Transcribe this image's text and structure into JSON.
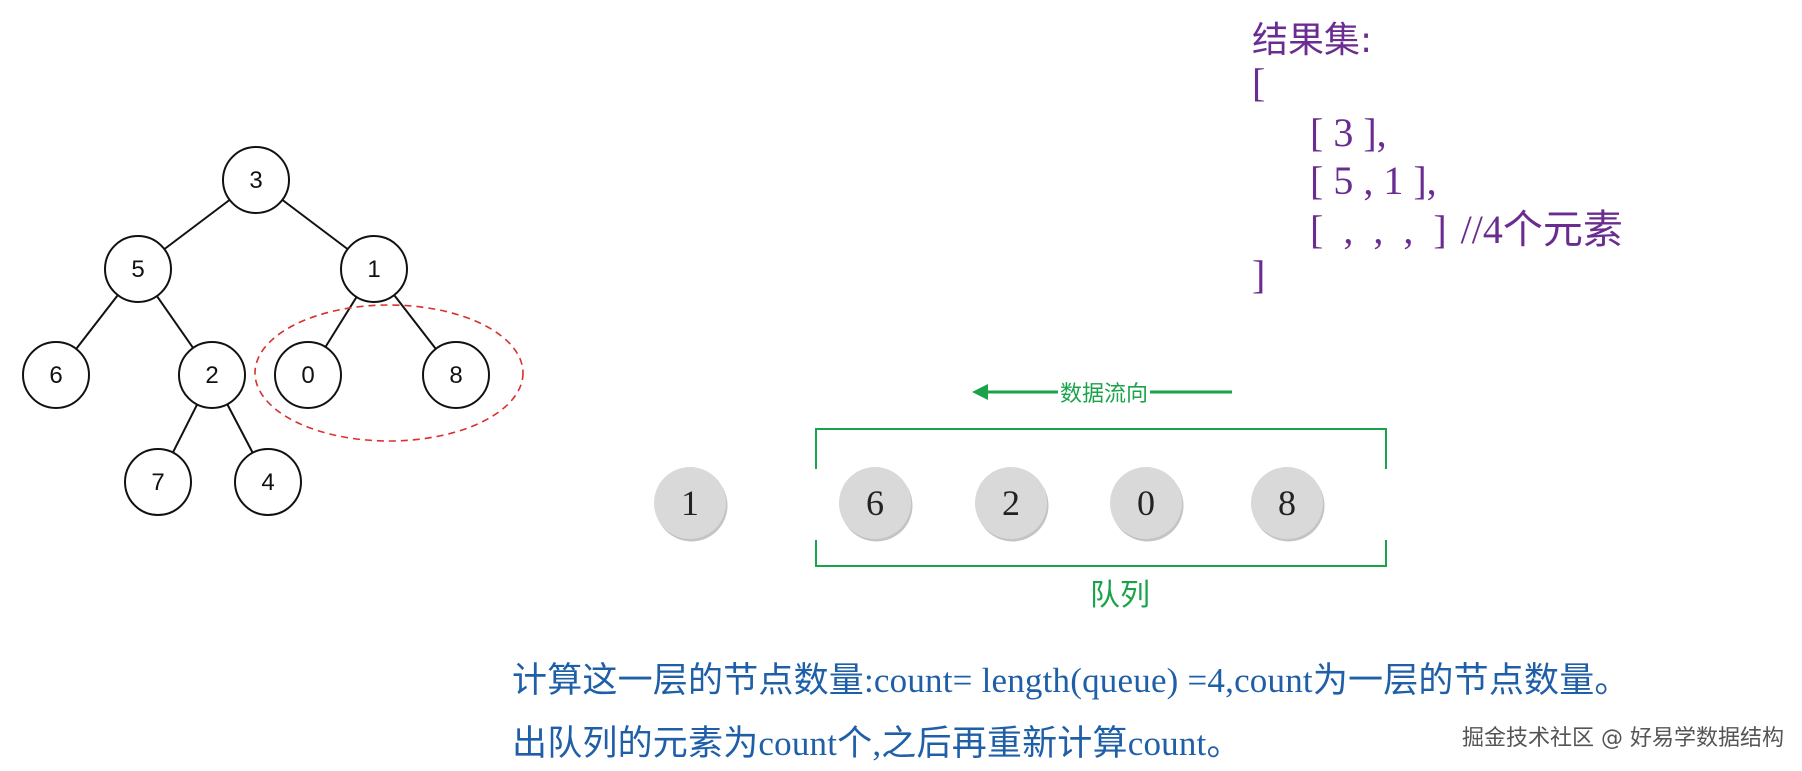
{
  "tree": {
    "nodes": [
      {
        "id": "n3",
        "label": "3"
      },
      {
        "id": "n5",
        "label": "5"
      },
      {
        "id": "n1",
        "label": "1"
      },
      {
        "id": "n6",
        "label": "6"
      },
      {
        "id": "n2",
        "label": "2"
      },
      {
        "id": "n0",
        "label": "0"
      },
      {
        "id": "n8",
        "label": "8"
      },
      {
        "id": "n7",
        "label": "7"
      },
      {
        "id": "n4",
        "label": "4"
      }
    ],
    "edges": [
      [
        "n3",
        "n5"
      ],
      [
        "n3",
        "n1"
      ],
      [
        "n5",
        "n6"
      ],
      [
        "n5",
        "n2"
      ],
      [
        "n1",
        "n0"
      ],
      [
        "n1",
        "n8"
      ],
      [
        "n2",
        "n7"
      ],
      [
        "n2",
        "n4"
      ]
    ],
    "highlight": [
      "n0",
      "n8"
    ]
  },
  "result": {
    "title": "结果集:",
    "open_bracket": "[",
    "close_bracket": "]",
    "rows": [
      {
        "text": "[ 3 ],",
        "note": ""
      },
      {
        "text": "[ 5 , 1 ],",
        "note": ""
      },
      {
        "text": "[  ,  ,  ,  ]",
        "note": "//4个元素"
      }
    ]
  },
  "queue": {
    "flow_label": "数据流向",
    "label": "队列",
    "dequeued": "1",
    "items": [
      "6",
      "2",
      "0",
      "8"
    ]
  },
  "explanation": {
    "line1": "计算这一层的节点数量:count= length(queue) =4,count为一层的节点数量。",
    "line2": "出队列的元素为count个,之后再重新计算count。"
  },
  "watermark": "掘金技术社区 @ 好易学数据结构",
  "colors": {
    "result": "#6a2c91",
    "queue_frame": "#1aa34a",
    "explanation": "#1f5fa8",
    "highlight_ellipse": "#d9302c",
    "queue_node_fill": "#d9d9d9"
  }
}
